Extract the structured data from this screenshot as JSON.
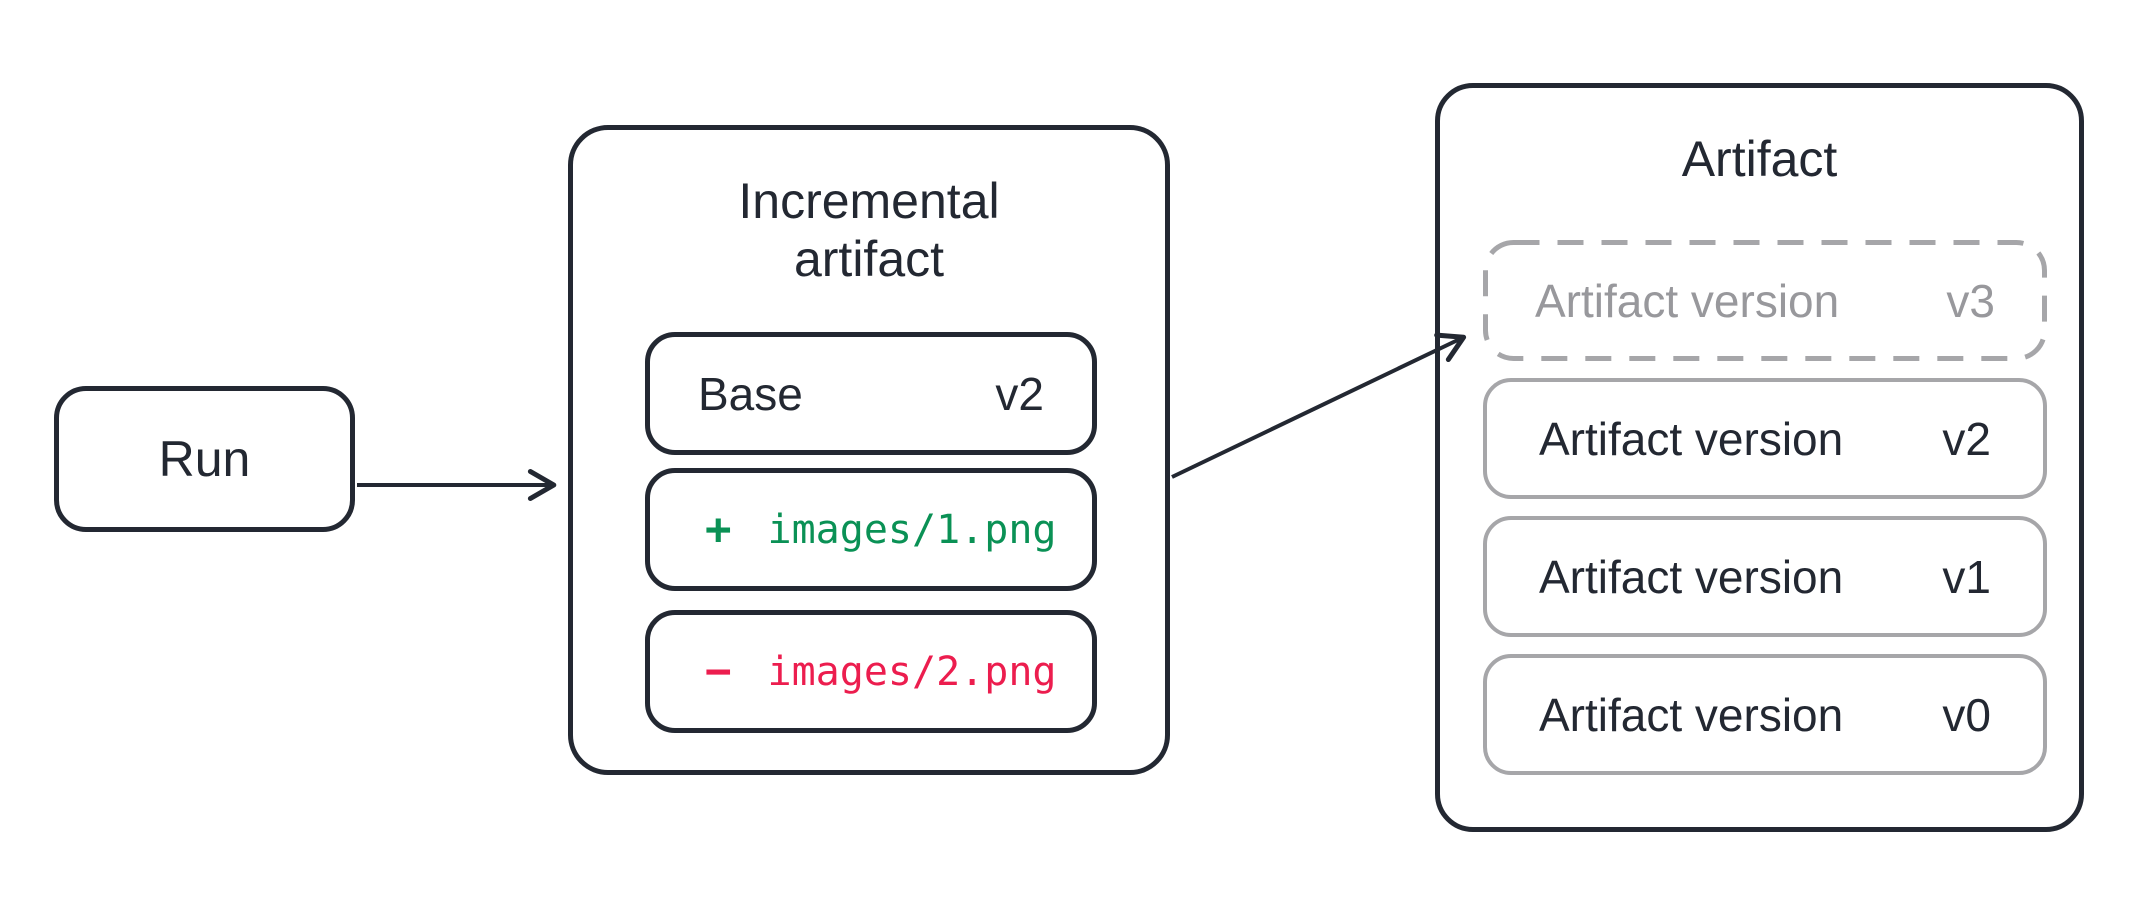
{
  "palette": {
    "ink": "#232832",
    "gray_border": "#a6a6a9",
    "gray_text": "#98989c",
    "added_green": "#0a9155",
    "removed_red": "#ec1d4e",
    "background": "#ffffff"
  },
  "run": {
    "label": "Run"
  },
  "incremental": {
    "title_line1": "Incremental",
    "title_line2": "artifact",
    "base_label": "Base",
    "base_version": "v2",
    "added_op": "+",
    "added_path": "images/1.png",
    "removed_op": "−",
    "removed_path": "images/2.png"
  },
  "artifact": {
    "title": "Artifact",
    "versions": [
      {
        "label": "Artifact version",
        "version": "v3",
        "state": "pending"
      },
      {
        "label": "Artifact version",
        "version": "v2",
        "state": "committed"
      },
      {
        "label": "Artifact version",
        "version": "v1",
        "state": "committed"
      },
      {
        "label": "Artifact version",
        "version": "v0",
        "state": "committed"
      }
    ]
  }
}
